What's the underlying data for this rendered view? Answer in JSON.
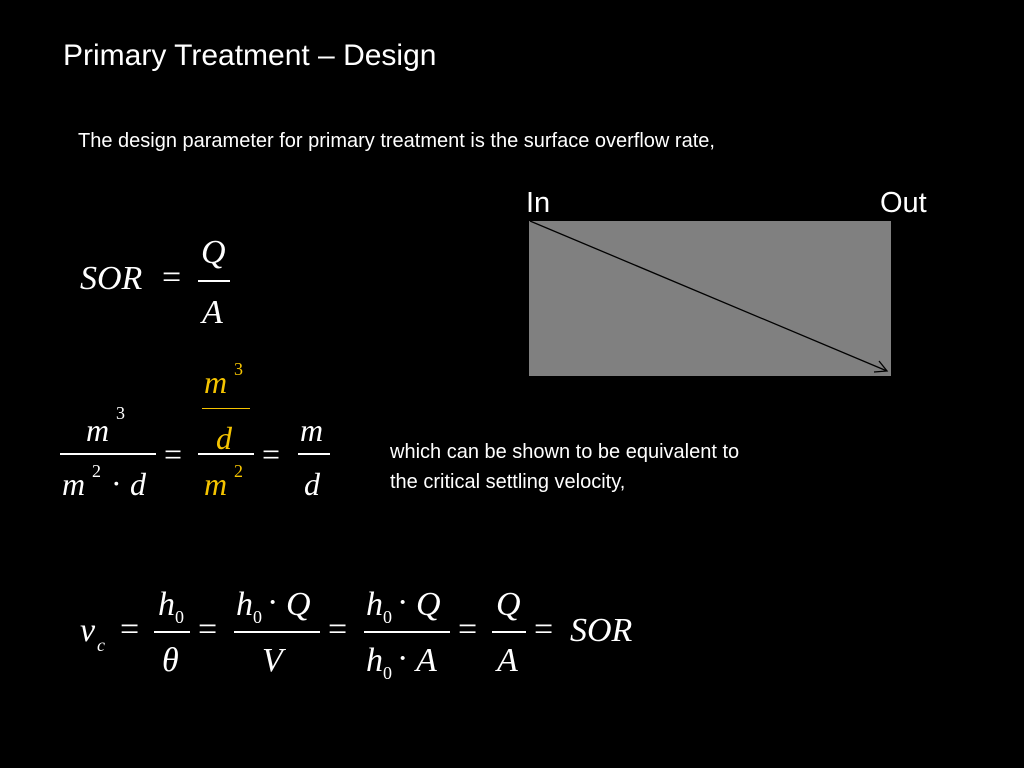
{
  "slide": {
    "title": "Primary Treatment – Design",
    "intro": "The design parameter for primary treatment is the surface overflow rate,",
    "caption_line1": "which can be shown to be equivalent to",
    "caption_line2": "the critical settling velocity,"
  },
  "diagram": {
    "label_in": "In",
    "label_out": "Out"
  },
  "colors": {
    "background": "#000000",
    "text": "#ffffff",
    "accent": "#f5c400",
    "tank_fill": "#808080"
  },
  "equations": {
    "sor": {
      "lhs": "SOR",
      "eq": "=",
      "num": "Q",
      "den": "A"
    },
    "units": {
      "n1_base": "m",
      "n1_exp": "3",
      "d1_base": "m",
      "d1_exp": "2",
      "d1_dot": "·",
      "d1_d": "d",
      "eq1": "=",
      "n2_base": "m",
      "n2_exp": "3",
      "n2_d": "d",
      "d2_base": "m",
      "d2_exp": "2",
      "eq2": "=",
      "n3": "m",
      "d3": "d"
    },
    "vc": {
      "v": "v",
      "v_sub": "c",
      "eq1": "=",
      "f1_num": "h",
      "f1_num_sub": "0",
      "f1_den": "θ",
      "eq2": "=",
      "f2_num_h": "h",
      "f2_num_sub": "0",
      "f2_num_dot": "·",
      "f2_num_q": "Q",
      "f2_den": "V",
      "eq3": "=",
      "f3_num_h": "h",
      "f3_num_sub": "0",
      "f3_num_dot": "·",
      "f3_num_q": "Q",
      "f3_den_h": "h",
      "f3_den_sub": "0",
      "f3_den_dot": "·",
      "f3_den_a": "A",
      "eq4": "=",
      "f4_num": "Q",
      "f4_den": "A",
      "eq5": "=",
      "rhs": "SOR"
    }
  }
}
